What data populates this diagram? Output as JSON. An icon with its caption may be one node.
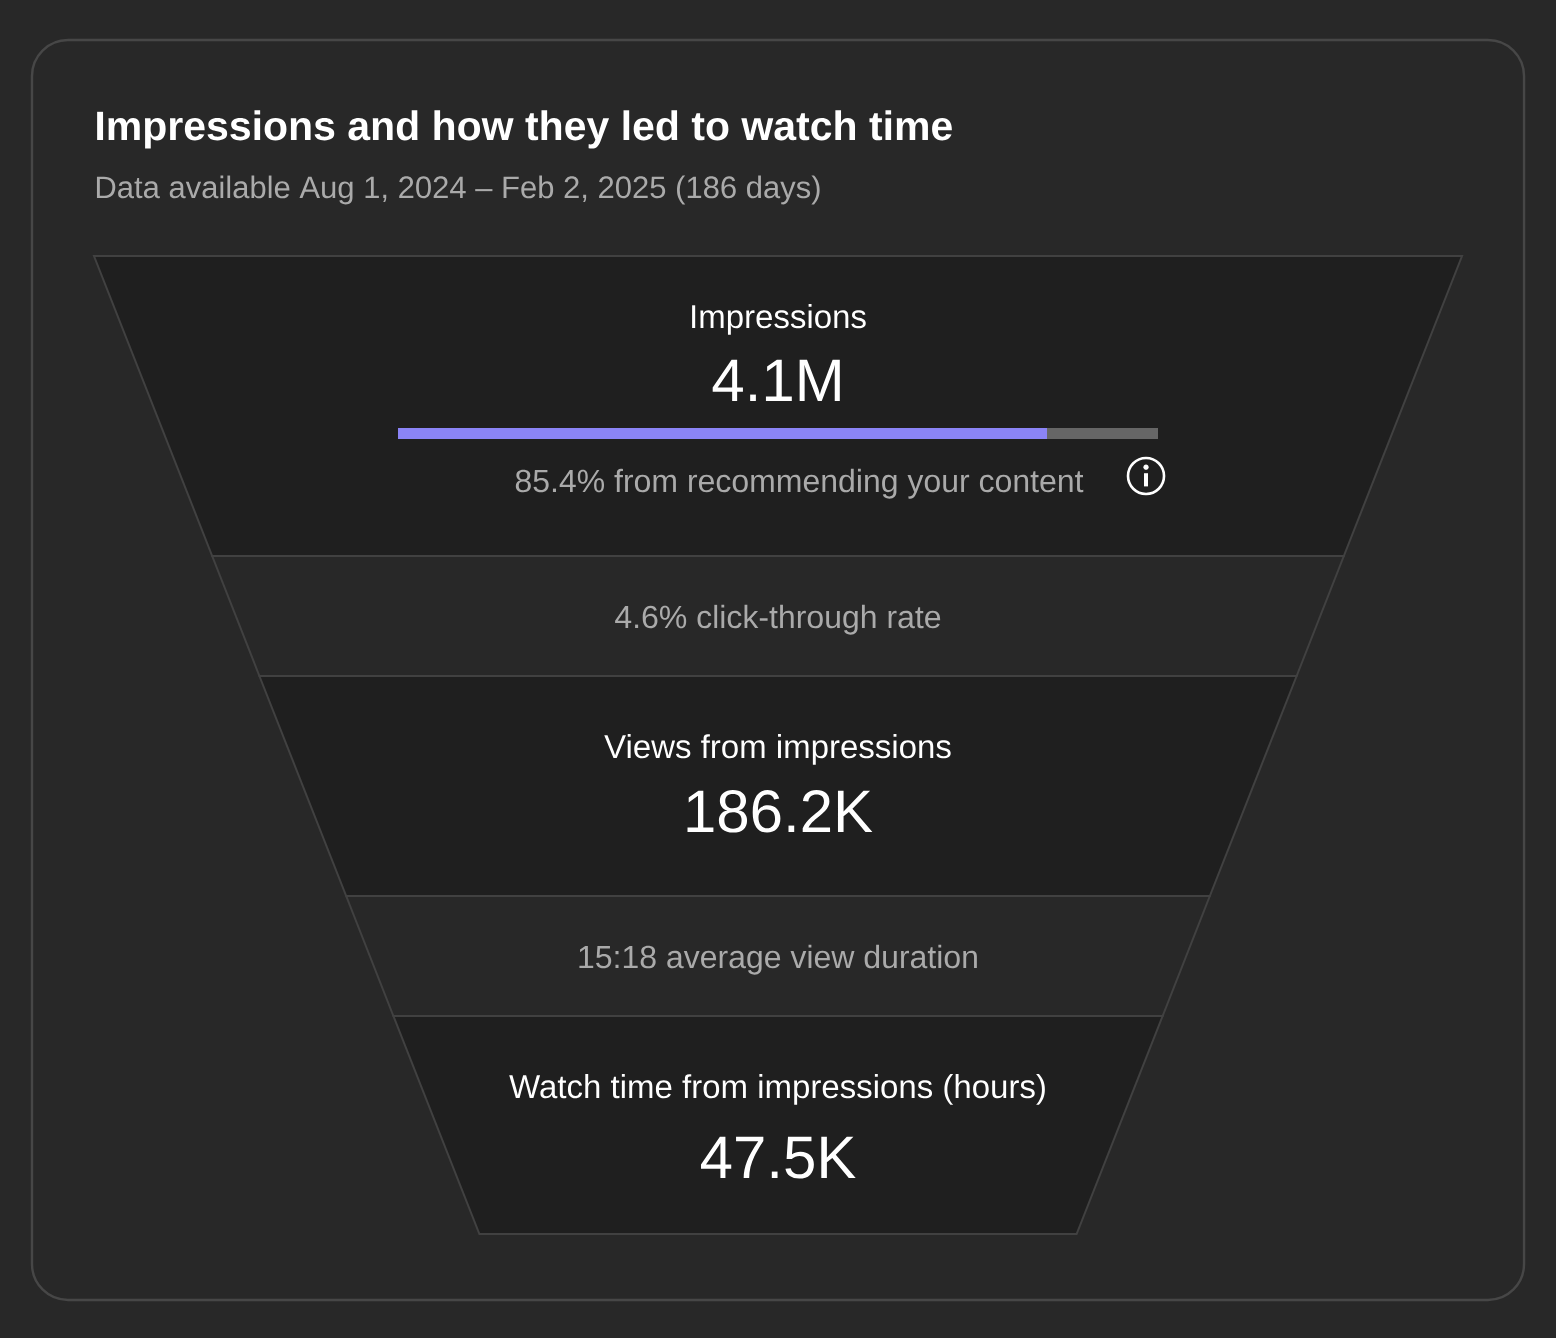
{
  "diagram": {
    "title": "Impressions and how they led to watch time",
    "nodes": [
      {
        "text": [
          "Impressions",
          "4.1M",
          "85.4% from recommending your content"
        ]
      },
      {
        "text": [
          "4.6% click-through rate"
        ]
      },
      {
        "text": [
          "Views from impressions",
          "186.2K"
        ]
      },
      {
        "text": [
          "15:18 average view duration"
        ]
      },
      {
        "text": [
          "Watch time from impressions (hours)",
          "47.5K"
        ]
      }
    ],
    "labels": [
      "Data available Aug 1, 2024 – Feb 2, 2025 (186 days)"
    ]
  }
}
